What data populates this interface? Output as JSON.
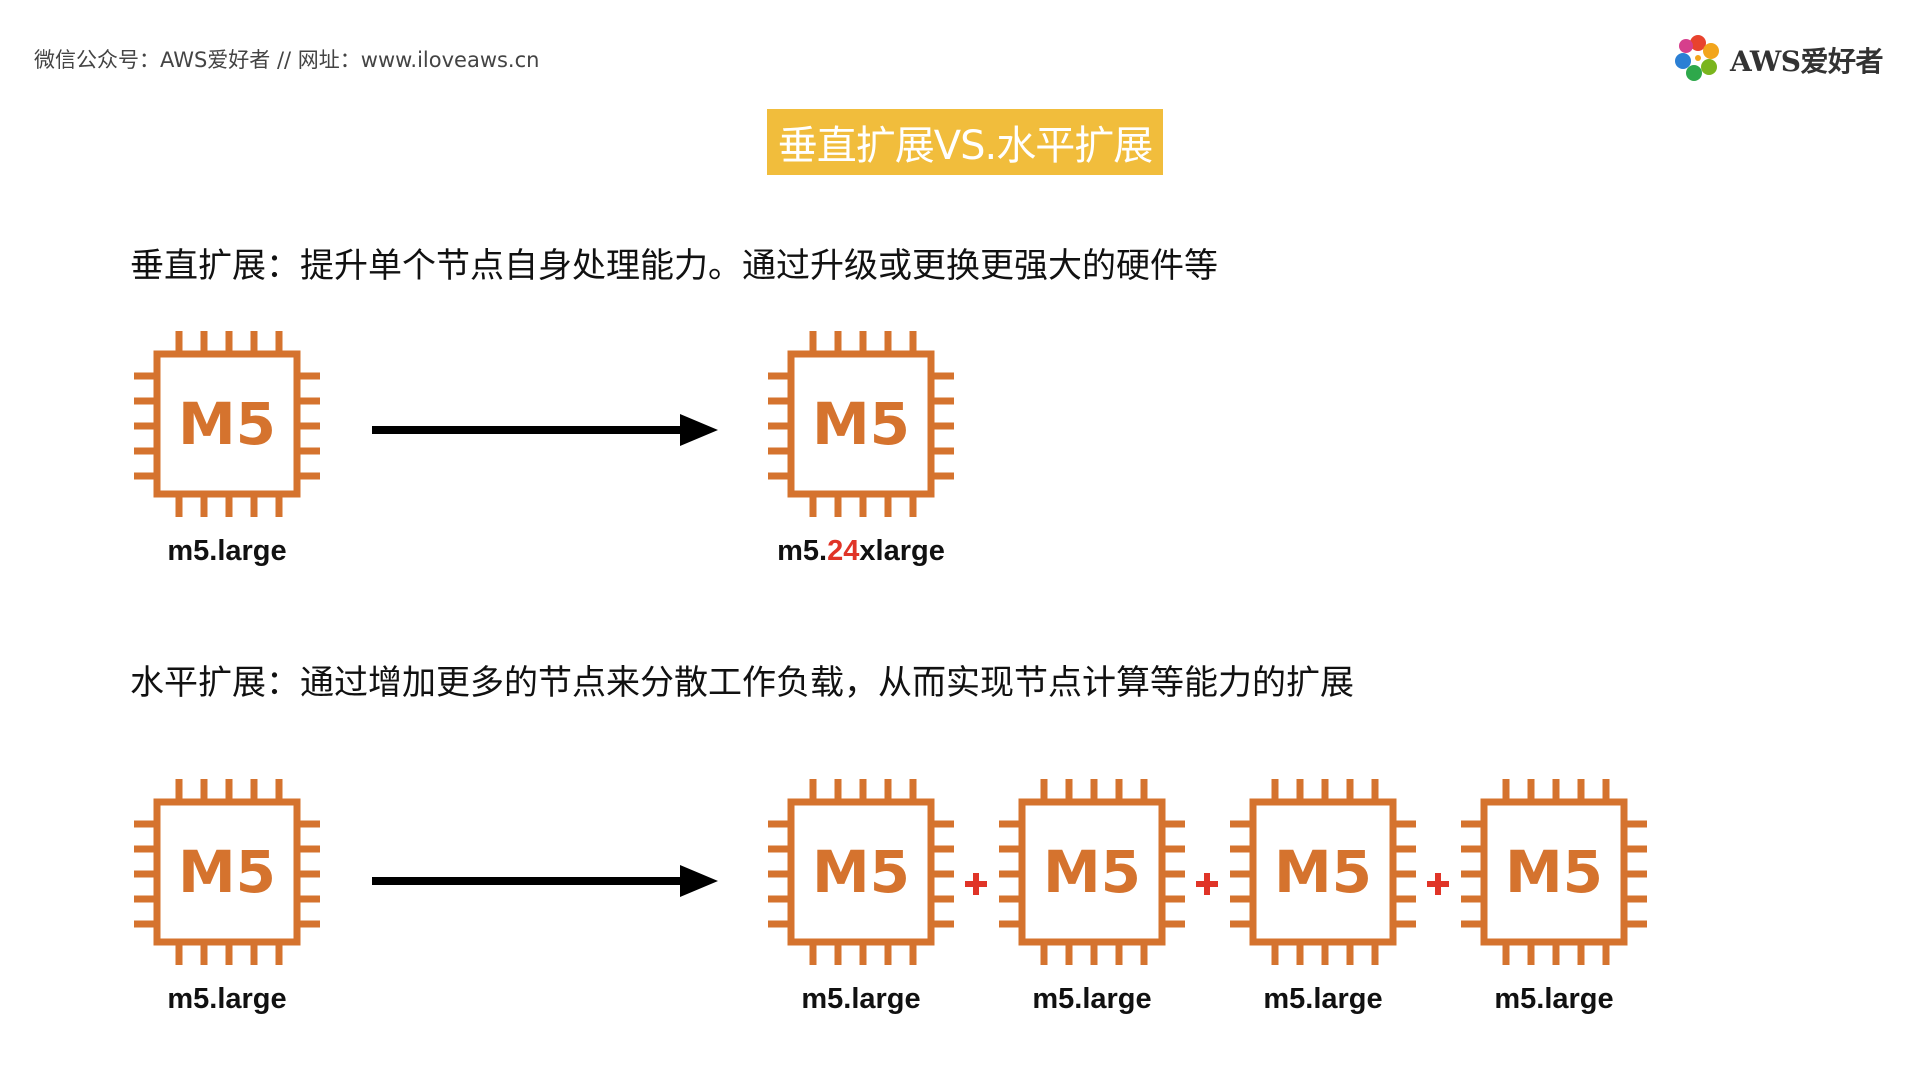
{
  "header": {
    "note": "微信公众号：AWS爱好者  //  网址：www.iloveaws.cn",
    "logo_text": "AWS爱好者"
  },
  "title": "垂直扩展VS.水平扩展",
  "vertical": {
    "description": "垂直扩展：提升单个节点自身处理能力。通过升级或更换更强大的硬件等",
    "source": {
      "chip": "M5",
      "label": "m5.large"
    },
    "target": {
      "chip": "M5",
      "label_prefix": "m5.",
      "label_highlight": "24",
      "label_suffix": "xlarge"
    }
  },
  "horizontal": {
    "description": "水平扩展：通过增加更多的节点来分散工作负载，从而实现节点计算等能力的扩展",
    "source": {
      "chip": "M5",
      "label": "m5.large"
    },
    "targets": [
      {
        "chip": "M5",
        "label": "m5.large"
      },
      {
        "chip": "M5",
        "label": "m5.large"
      },
      {
        "chip": "M5",
        "label": "m5.large"
      },
      {
        "chip": "M5",
        "label": "m5.large"
      }
    ]
  },
  "colors": {
    "chip": "#d5732e",
    "title_bg": "#f1bd3c",
    "highlight": "#e03427",
    "plus": "#e03427"
  },
  "icons": {
    "chip": "processor-chip-icon",
    "arrow": "right-arrow-icon",
    "plus": "plus-icon",
    "logo": "flower-logo-icon"
  }
}
